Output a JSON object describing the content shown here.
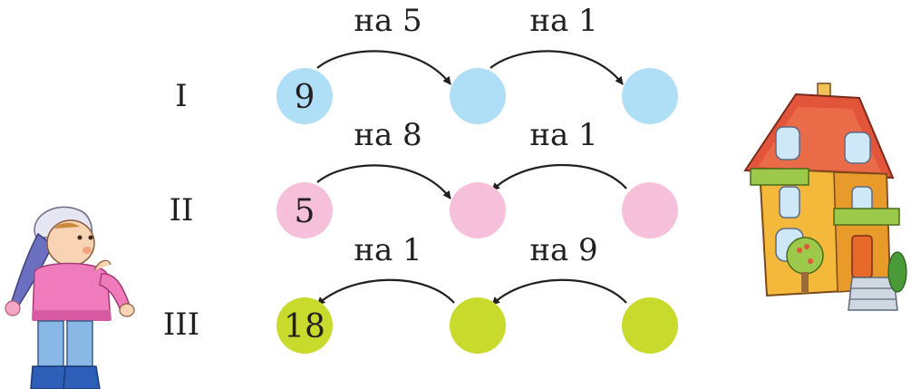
{
  "rows": [
    {
      "roman": "I",
      "color": "#aedff6",
      "start": "9",
      "labels": [
        "на 5",
        "на 1"
      ],
      "arrows": [
        "right",
        "right"
      ]
    },
    {
      "roman": "II",
      "color": "#f6c0da",
      "start": "5",
      "labels": [
        "на 8",
        "на 1"
      ],
      "arrows": [
        "right",
        "left"
      ]
    },
    {
      "roman": "III",
      "color": "#c8da2b",
      "start": "18",
      "labels": [
        "на 1",
        "на 9"
      ],
      "arrows": [
        "left",
        "left"
      ]
    }
  ],
  "illustrations": {
    "left": "gnome-boy",
    "right": "house"
  }
}
